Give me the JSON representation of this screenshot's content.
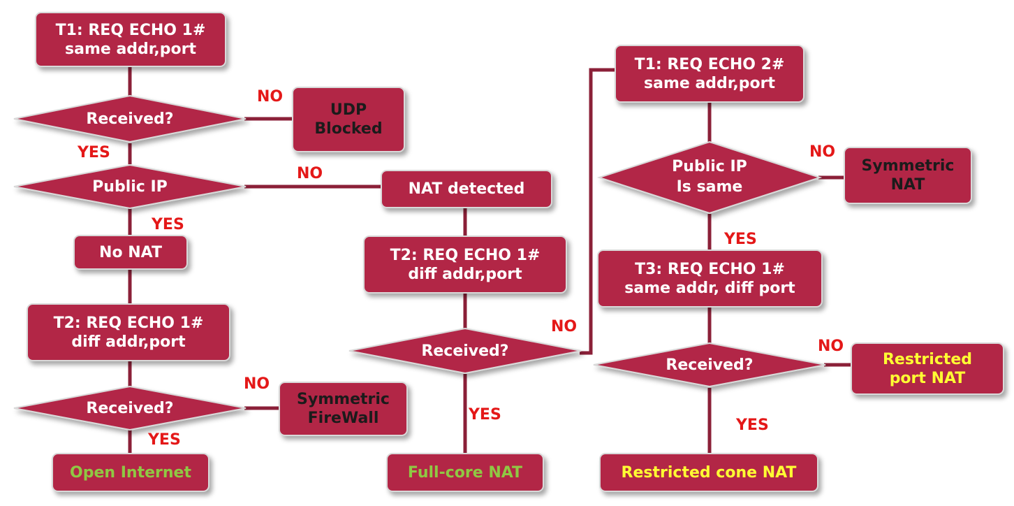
{
  "nodes": {
    "t1_echo1": [
      "T1: REQ ECHO 1#",
      "same addr,port"
    ],
    "udp_blocked": [
      "UDP",
      "Blocked"
    ],
    "nat_detected": [
      "NAT detected"
    ],
    "no_nat": [
      "No NAT"
    ],
    "t2_echo1_left": [
      "T2: REQ ECHO 1#",
      "diff addr,port"
    ],
    "symmetric_firewall": [
      "Symmetric",
      "FireWall"
    ],
    "open_internet": [
      "Open Internet"
    ],
    "t2_echo1_mid": [
      "T2: REQ ECHO 1#",
      "diff addr,port"
    ],
    "full_core_nat": [
      "Full-core NAT"
    ],
    "t1_echo2": [
      "T1: REQ ECHO 2#",
      "same addr,port"
    ],
    "symmetric_nat": [
      "Symmetric",
      "NAT"
    ],
    "t3_echo1": [
      "T3: REQ ECHO 1#",
      "same addr, diff port"
    ],
    "restricted_port_nat": [
      "Restricted",
      "port  NAT"
    ],
    "restricted_cone_nat": [
      "Restricted cone NAT"
    ]
  },
  "decisions": {
    "received_1": [
      "Received?"
    ],
    "public_ip": [
      "Public IP"
    ],
    "received_left": [
      "Received?"
    ],
    "received_mid": [
      "Received?"
    ],
    "public_ip_same": [
      "Public IP",
      "Is same"
    ],
    "received_right": [
      "Received?"
    ]
  },
  "edge_labels": {
    "no_udp": "NO",
    "yes_received_1": "YES",
    "no_public_ip": "NO",
    "yes_public_ip": "YES",
    "no_received_left": "NO",
    "yes_received_left": "YES",
    "no_received_mid": "NO",
    "yes_received_mid": "YES",
    "no_public_ip_same": "NO",
    "yes_public_ip_same": "YES",
    "no_received_right": "NO",
    "yes_received_right": "YES"
  },
  "colors": {
    "box_fill": "#b22646",
    "connector": "#8b2038",
    "edge_label": "#e41818",
    "text_white": "#ffffff",
    "text_dark": "#1b1b1b",
    "text_green": "#8fc843",
    "text_yellow": "#ffff33"
  }
}
